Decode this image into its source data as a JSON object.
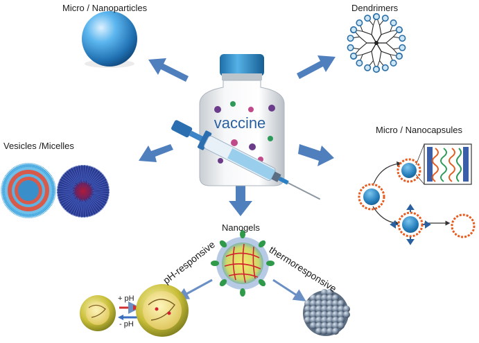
{
  "labels": {
    "micro_nanoparticles": "Micro / Nanoparticles",
    "dendrimers": "Dendrimers",
    "vesicles_micelles": "Vesicles /Micelles",
    "micro_nanocapsules": "Micro / Nanocapsules",
    "nanogels": "Nanogels",
    "ph_responsive": "pH-responsive",
    "thermoresponsive": "thermoresponsive",
    "plus_ph": "+ pH",
    "minus_ph": "- pH",
    "vaccine": "vaccine"
  },
  "colors": {
    "arrow_blue": "#4f7fbd",
    "sphere_blue": "#2b86c9",
    "vial_cap": "#2f8fc8",
    "vesicle_red": "#d85a4a",
    "micelle_navy": "#1e2a6b",
    "capsule_orange": "#e85b1f",
    "nanogel_yellow": "#d8c84a",
    "thermo_grey": "#8898aa"
  },
  "icons": {
    "nanoparticle": "sphere-icon",
    "dendrimer": "dendrimer-icon",
    "vial": "vaccine-vial-icon",
    "syringe": "syringe-icon"
  }
}
